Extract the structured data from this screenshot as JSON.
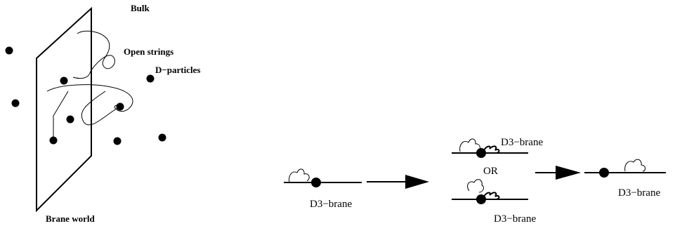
{
  "left_panel": {
    "labels": {
      "bulk": "Bulk",
      "open_strings": "Open strings",
      "d_particles": "D−particles",
      "brane_world": "Brane world"
    }
  },
  "right_panel": {
    "labels": {
      "brane_initial": "D3−brane",
      "brane_upper": "D3−brane",
      "or": "OR",
      "brane_lower": "D3−brane",
      "brane_final": "D3−brane"
    }
  },
  "colors": {
    "ink": "#000000",
    "background": "#ffffff"
  }
}
